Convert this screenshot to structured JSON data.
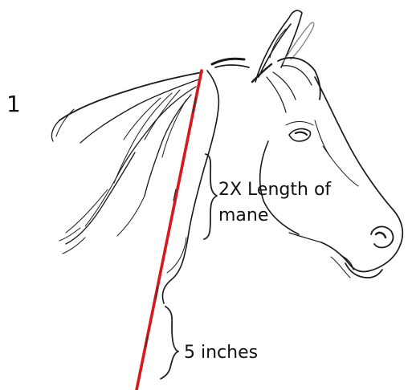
{
  "step_number": "1",
  "labels": {
    "mane_length_line1": "2X Length of",
    "mane_length_line2": "mane",
    "lower_length": "5 inches"
  },
  "colors": {
    "measure_line": "#d7191f",
    "sketch": "#1a1a1a",
    "text": "#111111"
  }
}
